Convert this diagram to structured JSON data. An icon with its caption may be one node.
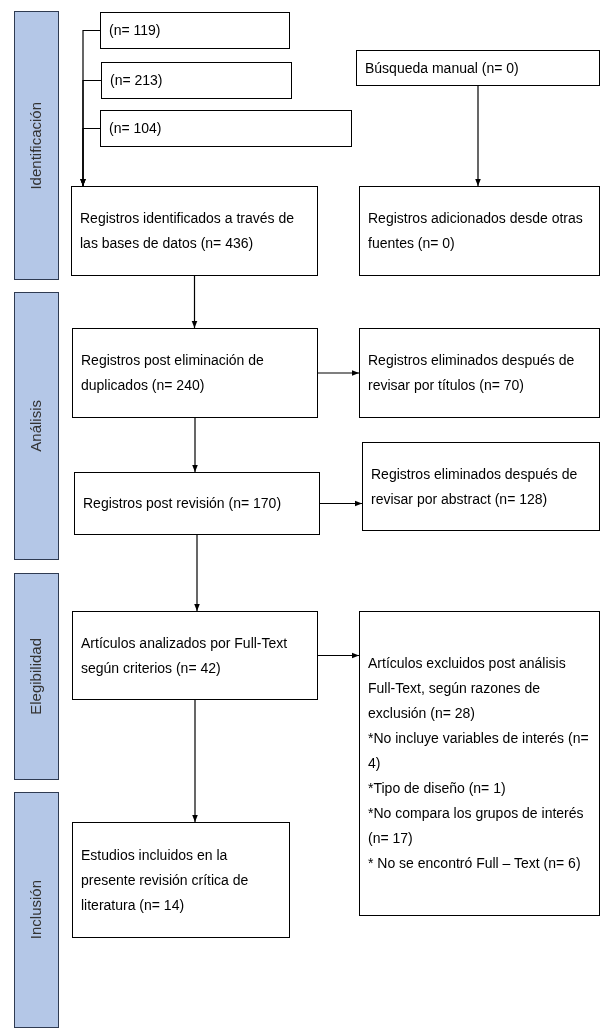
{
  "diagram": {
    "nodes": [
      {
        "text": [
          "Identificación"
        ]
      },
      {
        "text": [
          "Análisis"
        ]
      },
      {
        "text": [
          "Elegibilidad"
        ]
      },
      {
        "text": [
          "Inclusión"
        ]
      },
      {
        "text": [
          "(n= 119)"
        ]
      },
      {
        "text": [
          "(n= 213)"
        ]
      },
      {
        "text": [
          "(n= 104)"
        ]
      },
      {
        "text": [
          "Búsqueda manual (n= 0)"
        ]
      },
      {
        "text": [
          "Registros identificados a través de las bases de datos (n= 436)"
        ]
      },
      {
        "text": [
          "Registros adicionados desde otras fuentes (n= 0)"
        ]
      },
      {
        "text": [
          "Registros post eliminación de duplicados (n= 240)"
        ]
      },
      {
        "text": [
          "Registros eliminados después de revisar por títulos (n= 70)"
        ]
      },
      {
        "text": [
          "Registros post revisión (n= 170)"
        ]
      },
      {
        "text": [
          "Registros eliminados después de revisar por abstract (n= 128)"
        ]
      },
      {
        "text": [
          "Artículos analizados por Full-Text según criterios (n= 42)"
        ]
      },
      {
        "text": [
          "Artículos excluidos post análisis Full-Text, según razones de exclusión (n= 28)",
          "*No incluye variables de interés (n= 4)",
          "*Tipo de diseño (n= 1)",
          "*No compara los grupos de interés (n= 17)",
          "* No se encontró Full – Text (n= 6)"
        ]
      },
      {
        "text": [
          "Estudios incluidos en la presente revisión crítica de literatura (n= 14)"
        ]
      }
    ],
    "edges": [
      {
        "from": 4,
        "to": 8,
        "arrow": "to"
      },
      {
        "from": 5,
        "to": 8,
        "arrow": "to"
      },
      {
        "from": 6,
        "to": 8,
        "arrow": "to"
      },
      {
        "from": 7,
        "to": 9,
        "arrow": "to"
      },
      {
        "from": 8,
        "to": 10,
        "arrow": "to"
      },
      {
        "from": 10,
        "to": 11,
        "arrow": "to"
      },
      {
        "from": 10,
        "to": 12,
        "arrow": "to"
      },
      {
        "from": 12,
        "to": 13,
        "arrow": "to"
      },
      {
        "from": 12,
        "to": 14,
        "arrow": "to"
      },
      {
        "from": 14,
        "to": 15,
        "arrow": "to"
      },
      {
        "from": 14,
        "to": 16,
        "arrow": "to"
      }
    ]
  }
}
